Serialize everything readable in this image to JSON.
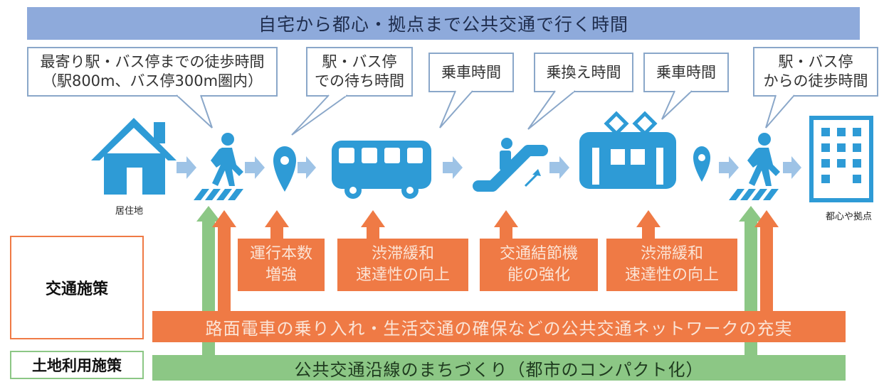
{
  "header": {
    "title": "自宅から都心・拠点まで公共交通で行く時間"
  },
  "bubbles": [
    {
      "lines": [
        "最寄り駅・バス停までの徒歩時間",
        "（駅800m、バス停300m圏内）"
      ]
    },
    {
      "lines": [
        "駅・バス停",
        "での待ち時間"
      ]
    },
    {
      "lines": [
        "乗車時間"
      ]
    },
    {
      "lines": [
        "乗換え時間"
      ]
    },
    {
      "lines": [
        "乗車時間"
      ]
    },
    {
      "lines": [
        "駅・バス停",
        "からの徒歩時間"
      ]
    }
  ],
  "icons": {
    "home": "house-icon",
    "walk": "pedestrian-icon",
    "pin": "map-pin-icon",
    "bus": "bus-icon",
    "escalator": "escalator-icon",
    "train": "tram-icon",
    "building": "office-building-icon",
    "arrow": "right-arrow-icon"
  },
  "labels": {
    "origin": "居住地",
    "destination": "都心や拠点"
  },
  "policies": {
    "transport_label": "交通施策",
    "landuse_label": "土地利用施策",
    "measures": [
      {
        "lines": [
          "運行本数",
          "増強"
        ]
      },
      {
        "lines": [
          "渋滞緩和",
          "速達性の向上"
        ]
      },
      {
        "lines": [
          "交通結節機",
          "能の強化"
        ]
      },
      {
        "lines": [
          "渋滞緩和",
          "速達性の向上"
        ]
      }
    ],
    "network_bar": "路面電車の乗り入れ・生活交通の確保などの公共交通ネットワークの充実",
    "landuse_bar": "公共交通沿線のまちづくり（都市のコンパクト化）"
  },
  "colors": {
    "accent_blue": "#2e9bd6",
    "title_bar": "#8eaadb",
    "bubble_border": "#8aa7c9",
    "orange": "#ef7a45",
    "green": "#8cc785",
    "chevron": "#9ec3e6"
  }
}
